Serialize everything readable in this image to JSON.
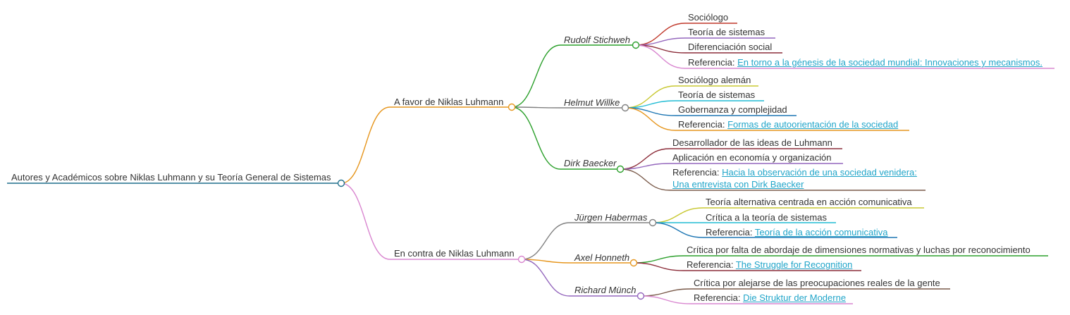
{
  "mindmap": {
    "root": {
      "label": "Autores y Académicos sobre Niklas Luhmann y su Teoría General de Sistemas"
    },
    "branches": [
      {
        "label": "A favor de Niklas Luhmann",
        "authors": [
          {
            "name": "Rudolf Stichweh",
            "items": [
              {
                "text": "Sociólogo"
              },
              {
                "text": "Teoría de sistemas"
              },
              {
                "text": "Diferenciación social"
              },
              {
                "prefix": "Referencia: ",
                "link": "En torno a la génesis de la sociedad mundial: Innovaciones y mecanismos."
              }
            ]
          },
          {
            "name": "Helmut Willke",
            "items": [
              {
                "text": "Sociólogo alemán"
              },
              {
                "text": "Teoría de sistemas"
              },
              {
                "text": "Gobernanza y complejidad"
              },
              {
                "prefix": "Referencia: ",
                "link": "Formas de autoorientación de la sociedad"
              }
            ]
          },
          {
            "name": "Dirk Baecker",
            "items": [
              {
                "text": "Desarrollador de las ideas de Luhmann"
              },
              {
                "text": "Aplicación en economía y organización"
              },
              {
                "prefix": "Referencia: ",
                "link": "Hacia la observación de una sociedad venidera:",
                "link2": "Una entrevista con Dirk Baecker"
              }
            ]
          }
        ]
      },
      {
        "label": "En contra de Niklas Luhmann",
        "authors": [
          {
            "name": "Jürgen Habermas",
            "items": [
              {
                "text": "Teoría alternativa centrada en acción comunicativa"
              },
              {
                "text": "Crítica a la teoría de sistemas"
              },
              {
                "prefix": "Referencia: ",
                "link": "Teoría de la acción comunicativa"
              }
            ]
          },
          {
            "name": "Axel Honneth",
            "items": [
              {
                "text": "Crítica por falta de abordaje de dimensiones normativas y luchas por reconocimiento"
              },
              {
                "prefix": "Referencia: ",
                "link": "The Struggle for Recognition"
              }
            ]
          },
          {
            "name": "Richard Münch",
            "items": [
              {
                "text": "Crítica por alejarse de las preocupaciones reales de la gente"
              },
              {
                "prefix": "Referencia: ",
                "link": "Die Struktur der Moderne"
              }
            ]
          }
        ]
      }
    ]
  },
  "colors": {
    "text": "#333333",
    "link": "#21a5c9",
    "root": "#1f6f8b",
    "favor": "#e6961e",
    "contra": "#d987d0",
    "stichweh": "#2ca02c",
    "willke": "#808080",
    "baecker": "#2ca02c",
    "habermas": "#808080",
    "honneth": "#e6961e",
    "munch": "#9467bd",
    "item_colors": [
      [
        "#c0392b",
        "#9467bd",
        "#8c2d3a",
        "#d987d0"
      ],
      [
        "#c8c832",
        "#21bcd4",
        "#1f77b4",
        "#e6961e"
      ],
      [
        "#8c2d3a",
        "#9467bd",
        "#7a5a4a"
      ],
      [
        "#c8c832",
        "#21bcd4",
        "#1f77b4"
      ],
      [
        "#2ca02c",
        "#8c2d3a"
      ],
      [
        "#7a5a4a",
        "#d987d0"
      ]
    ]
  }
}
